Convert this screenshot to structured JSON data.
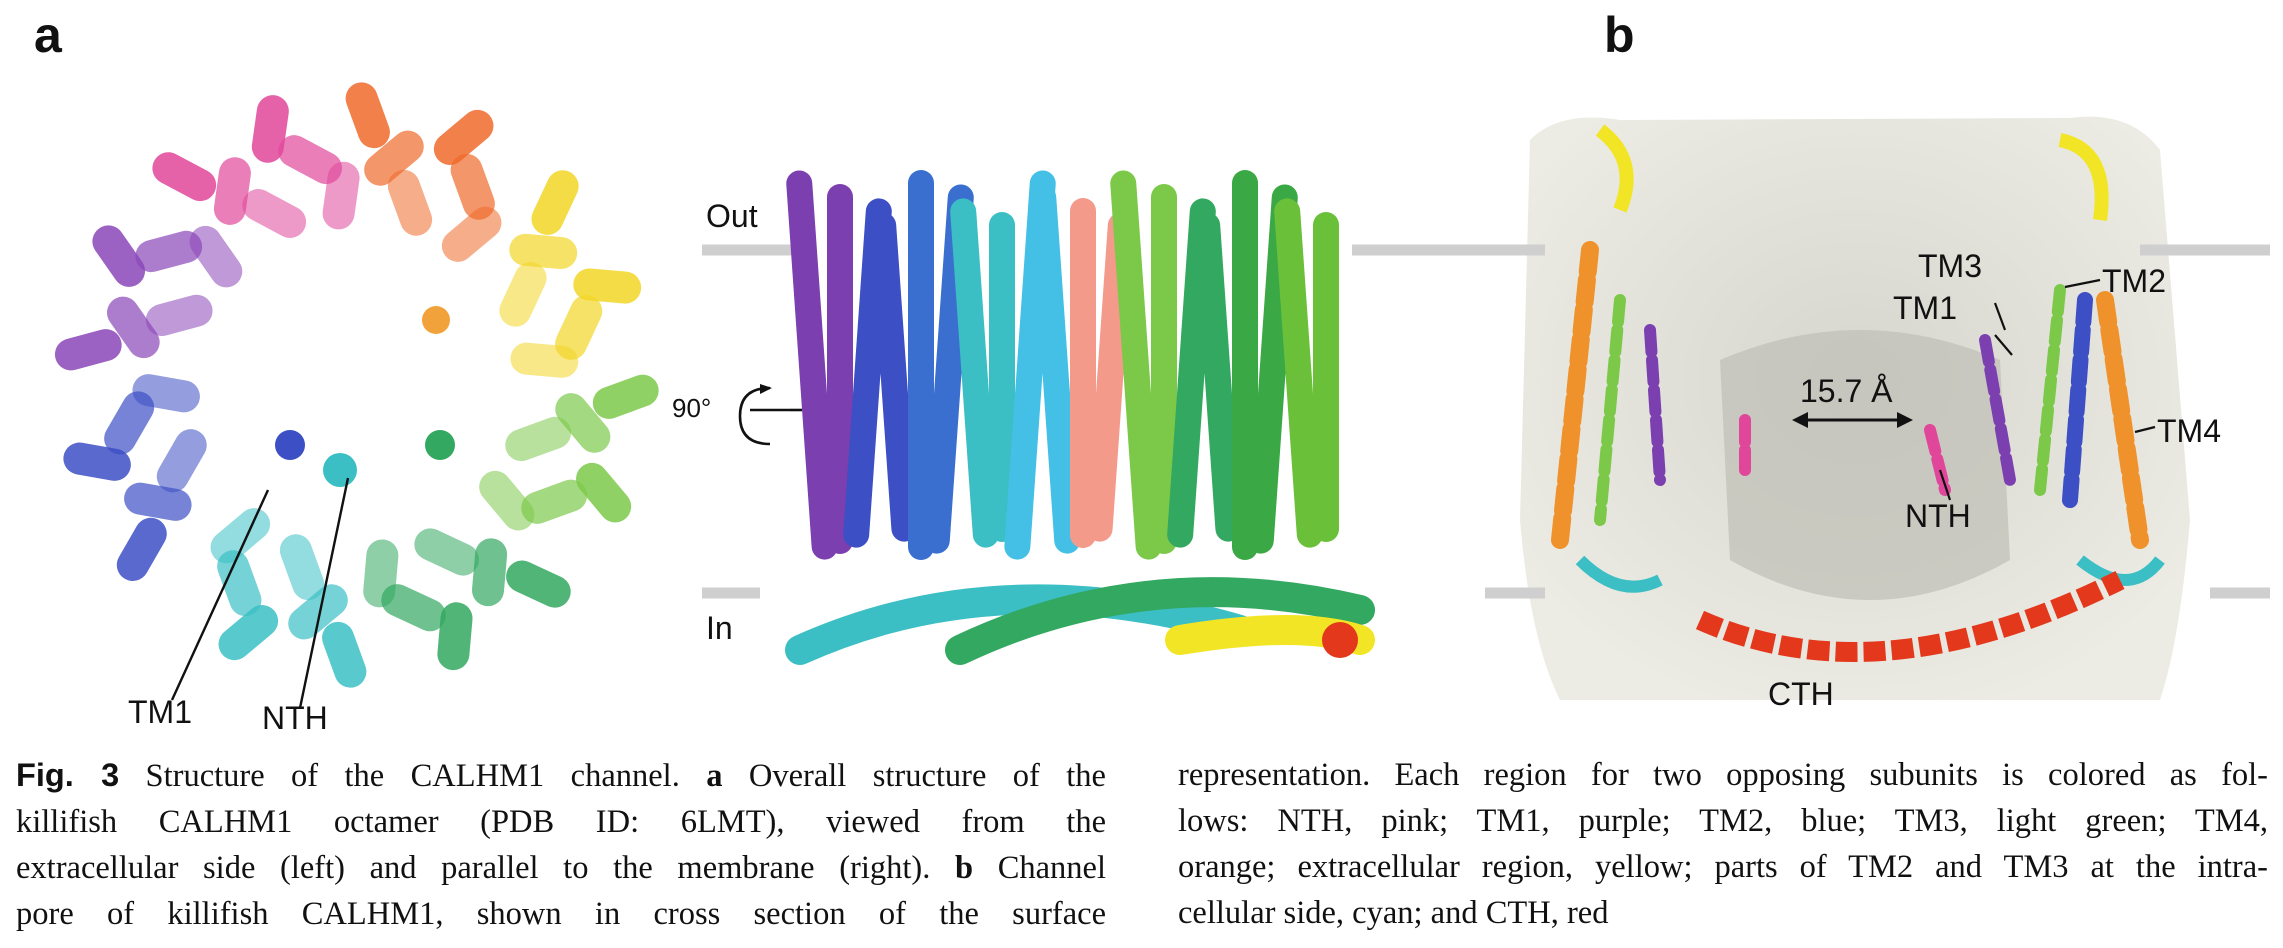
{
  "panels": {
    "a": "a",
    "b": "b"
  },
  "panel_a": {
    "labels": {
      "tm1": "TM1",
      "nth": "NTH",
      "out": "Out",
      "in": "In",
      "rotation": "90°"
    }
  },
  "panel_b": {
    "labels": {
      "tm3": "TM3",
      "tm2": "TM2",
      "tm1": "TM1",
      "tm4": "TM4",
      "nth": "NTH",
      "cth": "CTH",
      "distance": "15.7 Å"
    }
  },
  "colors": {
    "nth": "#e0479a",
    "tm1": "#7b3fb0",
    "tm2": "#3c4fc4",
    "tm3": "#7cc94a",
    "tm4": "#f0922c",
    "extracellular": "#f2e526",
    "intracellular": "#3bbfc4",
    "cth": "#e4381c"
  },
  "caption": {
    "fig_label": "Fig. 3",
    "left_lines": [
      " Structure of the CALHM1 channel. ",
      "killifish CALHM1 octamer (PDB ID: 6LMT), viewed from the",
      "extracellular side (left) and parallel to the membrane (right). ",
      "pore of killifish CALHM1, shown in cross section of the surface"
    ],
    "left_line1_bold": "a",
    "left_line1_tail": " Overall structure of the",
    "left_line3_bold": "b",
    "left_line3_tail": " Channel",
    "right_lines": [
      "representation. Each region for two opposing subunits is colored as fol-",
      "lows: NTH, pink; TM1, purple; TM2, blue; TM3, light green; TM4,",
      "orange; extracellular region, yellow; parts of TM2 and TM3 at the intra-",
      "cellular side, cyan; and CTH, red"
    ]
  }
}
